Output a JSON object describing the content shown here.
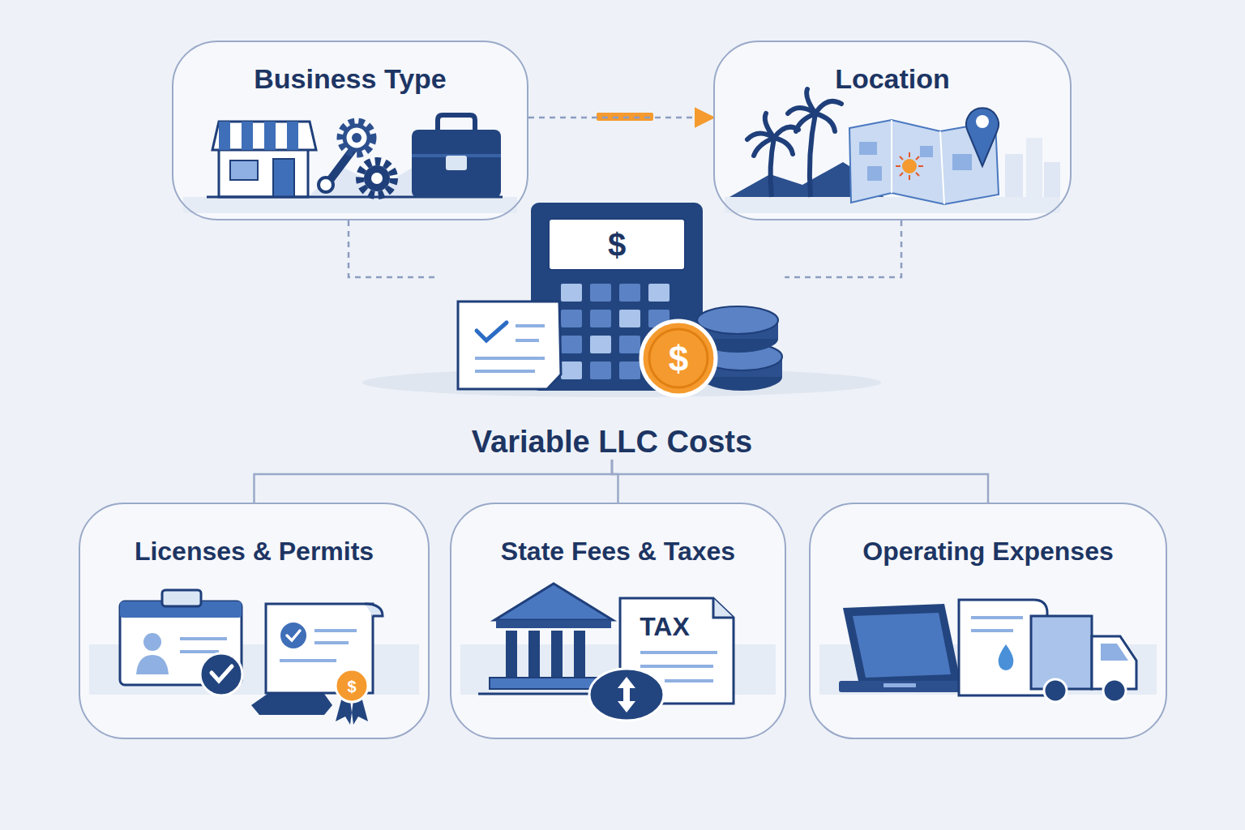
{
  "diagram": {
    "nodes": [
      {
        "text": [
          "Business Type"
        ]
      },
      {
        "text": [
          "Location"
        ]
      },
      {
        "text": [
          "Variable LLC Costs"
        ]
      },
      {
        "text": [
          "Licenses & Permits"
        ]
      },
      {
        "text": [
          "State Fees & Taxes"
        ]
      },
      {
        "text": [
          "Operating Expenses"
        ]
      }
    ],
    "edges": [
      {
        "from": 0,
        "to": 1,
        "arrow": "to"
      },
      {
        "from": 0,
        "to": 2,
        "arrow": "none"
      },
      {
        "from": 1,
        "to": 2,
        "arrow": "none"
      },
      {
        "from": 2,
        "to": 3,
        "arrow": "none"
      },
      {
        "from": 2,
        "to": 4,
        "arrow": "none"
      },
      {
        "from": 2,
        "to": 5,
        "arrow": "none"
      }
    ],
    "labels": [
      "$",
      "$",
      "TAX",
      "$"
    ]
  }
}
